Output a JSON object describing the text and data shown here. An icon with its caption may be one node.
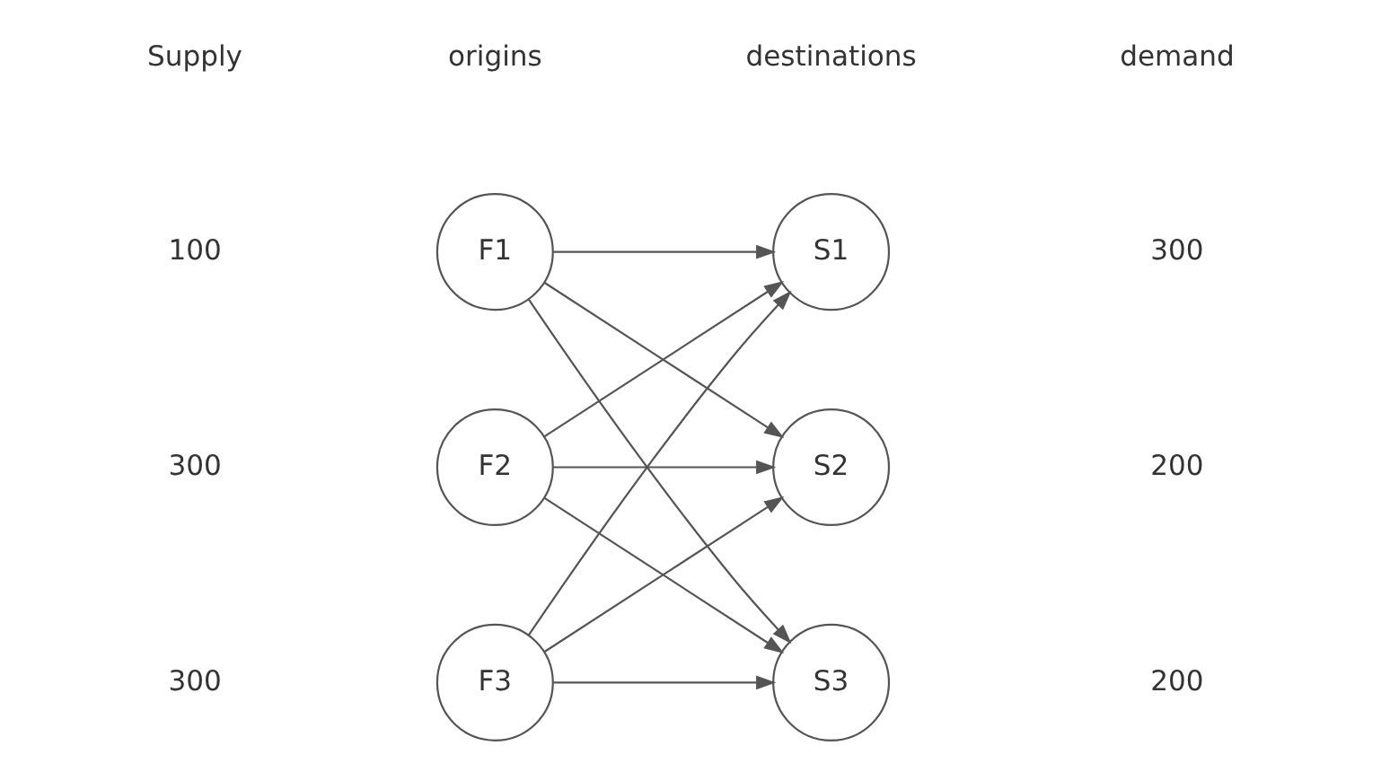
{
  "diagram": {
    "nodes": [
      {
        "text": [
          "F1"
        ]
      },
      {
        "text": [
          "F2"
        ]
      },
      {
        "text": [
          "F3"
        ]
      },
      {
        "text": [
          "S1"
        ]
      },
      {
        "text": [
          "S2"
        ]
      },
      {
        "text": [
          "S3"
        ]
      }
    ],
    "edges": [
      {
        "from": 0,
        "to": 3,
        "arrow": "to"
      },
      {
        "from": 0,
        "to": 4,
        "arrow": "to"
      },
      {
        "from": 0,
        "to": 5,
        "arrow": "to"
      },
      {
        "from": 1,
        "to": 3,
        "arrow": "to"
      },
      {
        "from": 1,
        "to": 4,
        "arrow": "to"
      },
      {
        "from": 1,
        "to": 5,
        "arrow": "to"
      },
      {
        "from": 2,
        "to": 3,
        "arrow": "to"
      },
      {
        "from": 2,
        "to": 4,
        "arrow": "to"
      },
      {
        "from": 2,
        "to": 5,
        "arrow": "to"
      }
    ],
    "labels": [
      "Supply",
      "origins",
      "destinations",
      "demand",
      "100",
      "300",
      "300",
      "200",
      "300",
      "200"
    ]
  }
}
